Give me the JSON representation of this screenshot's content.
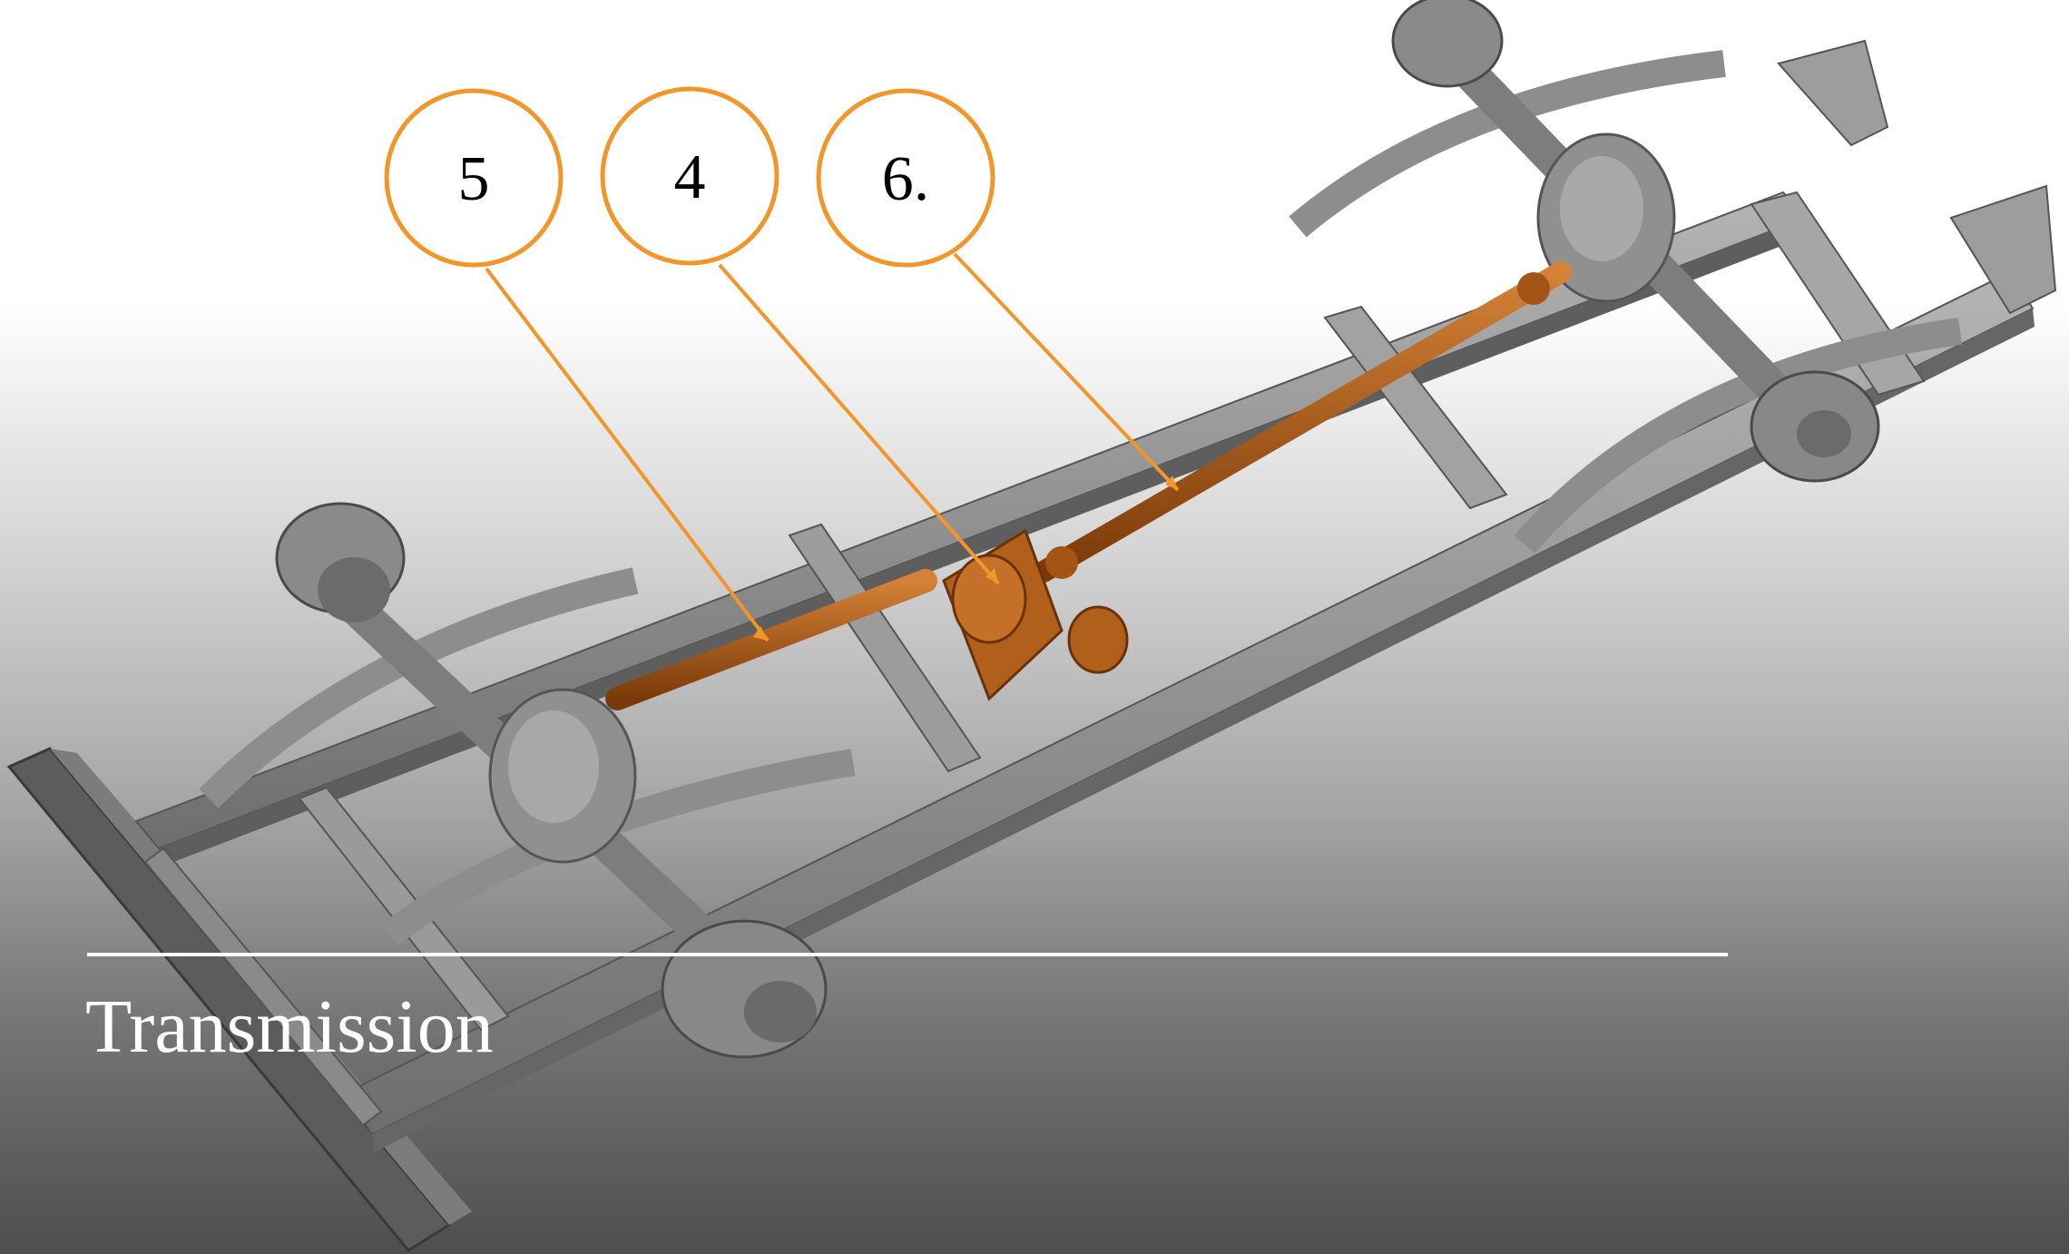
{
  "title": "Transmission",
  "callouts": [
    {
      "label": "5",
      "target": "rear propeller shaft"
    },
    {
      "label": "4",
      "target": "transfer case"
    },
    {
      "label": "6.",
      "target": "front propeller shaft"
    }
  ],
  "colors": {
    "callout_stroke": "#F0962A",
    "highlight": "#B05A14",
    "chassis": "#8E8E8E",
    "title_text": "#FFFFFF"
  }
}
